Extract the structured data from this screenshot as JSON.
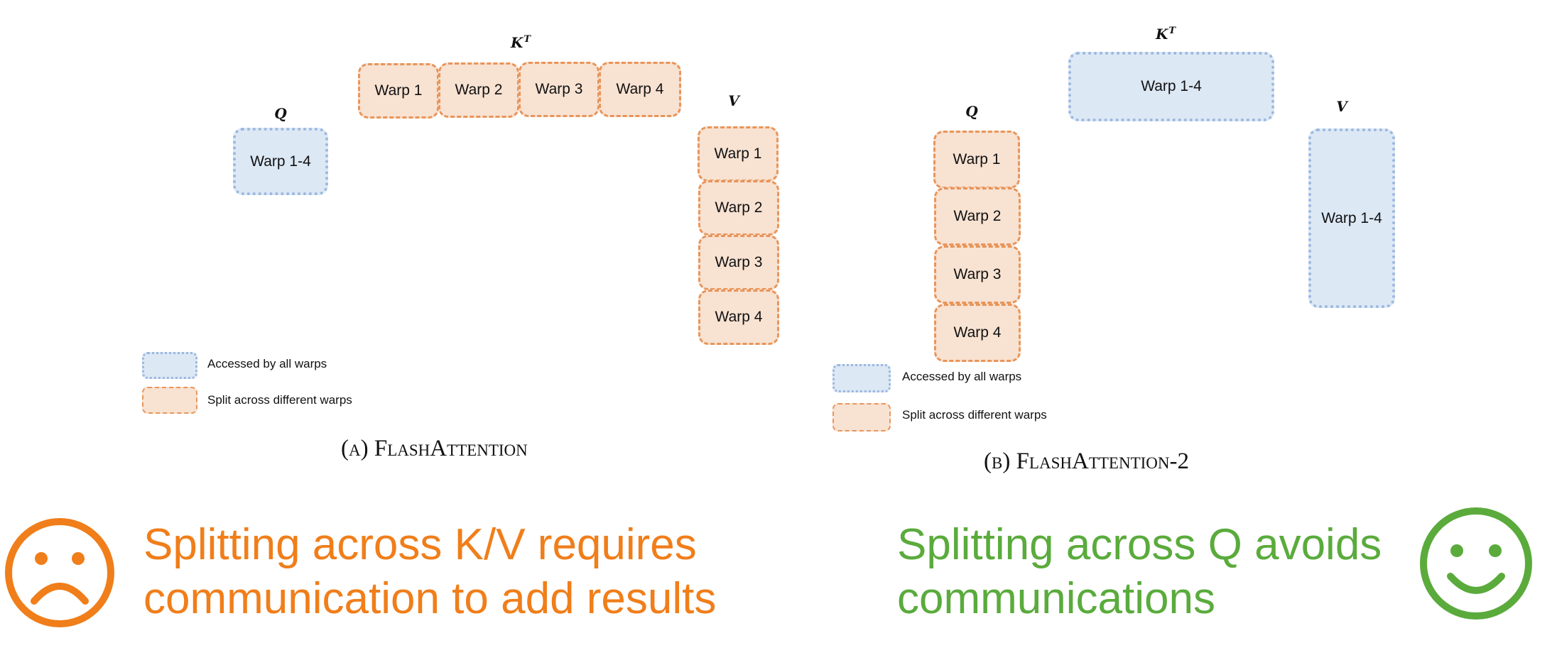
{
  "colors": {
    "blue_fill": "#dde8f5",
    "blue_border": "#9ab8e0",
    "orange_fill": "#f8e2d2",
    "orange_border": "#e8955a",
    "sad_orange": "#f07e1a",
    "happy_green": "#5aab3c"
  },
  "panel_a": {
    "q_label": "Q",
    "k_label": "K",
    "k_sup": "T",
    "v_label": "V",
    "q_block": "Warp 1-4",
    "k_blocks": [
      "Warp 1",
      "Warp 2",
      "Warp 3",
      "Warp 4"
    ],
    "v_blocks": [
      "Warp 1",
      "Warp 2",
      "Warp 3",
      "Warp 4"
    ],
    "legend_shared": "Accessed by all warps",
    "legend_split": "Split across different warps",
    "caption": "(a) FlashAttention"
  },
  "panel_b": {
    "q_label": "Q",
    "k_label": "K",
    "k_sup": "T",
    "v_label": "V",
    "q_blocks": [
      "Warp 1",
      "Warp 2",
      "Warp 3",
      "Warp 4"
    ],
    "k_block": "Warp 1-4",
    "v_block": "Warp 1-4",
    "legend_shared": "Accessed by all warps",
    "legend_split": "Split across different warps",
    "caption": "(b) FlashAttention-2"
  },
  "messages": {
    "left_line1": "Splitting across K/V requires",
    "left_line2": "communication to add results",
    "right_line1": "Splitting across Q avoids",
    "right_line2": "communications",
    "left_icon": "sad-face-icon",
    "right_icon": "happy-face-icon"
  }
}
